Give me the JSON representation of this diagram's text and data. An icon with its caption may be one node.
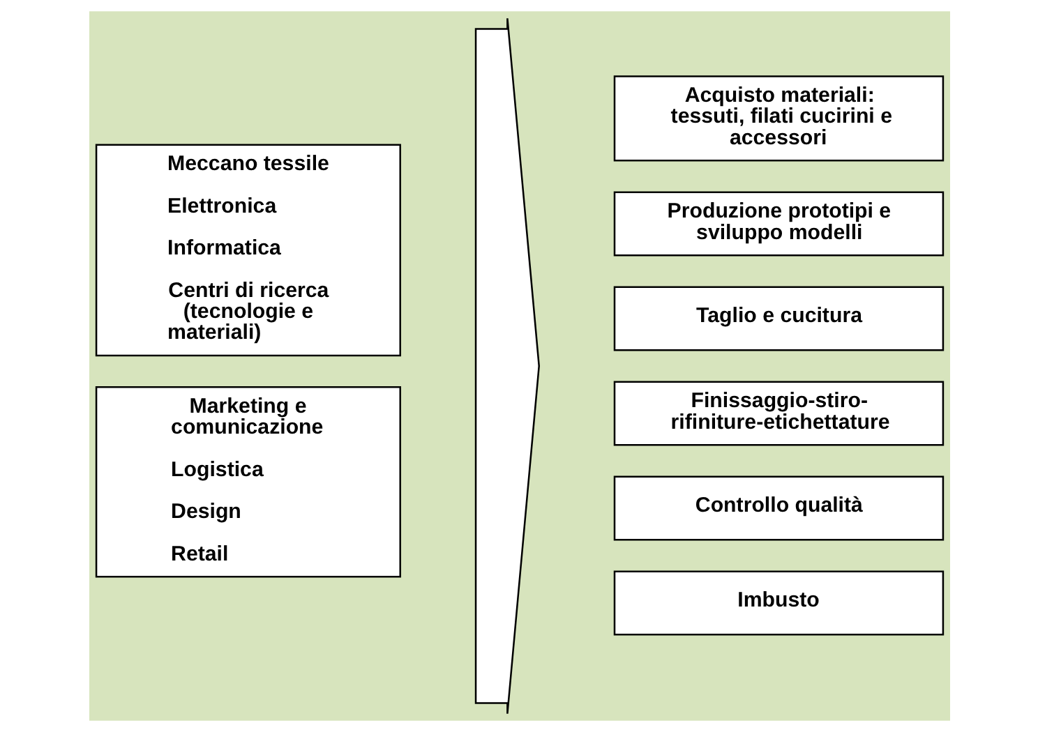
{
  "diagram": {
    "nodes": [
      {
        "text": [
          "Meccano tessile",
          "Elettronica",
          "Informatica",
          "Centri di ricerca (tecnologie e materiali)"
        ]
      },
      {
        "text": [
          "Marketing e comunicazione",
          "Logistica",
          "Design",
          "Retail"
        ]
      },
      {
        "text": [],
        "shape": "arrow"
      },
      {
        "text": [
          "Acquisto materiali: tessuti, filati cucirini e accessori"
        ]
      },
      {
        "text": [
          "Produzione prototipi e sviluppo modelli"
        ]
      },
      {
        "text": [
          "Taglio e cucitura"
        ]
      },
      {
        "text": [
          "Finissaggio-stiro-rifiniture-etichettature"
        ]
      },
      {
        "text": [
          "Controllo qualità"
        ]
      },
      {
        "text": [
          "Imbusto"
        ]
      }
    ],
    "edges": []
  }
}
